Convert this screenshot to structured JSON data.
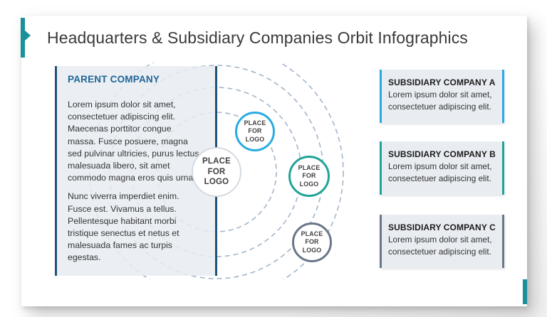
{
  "colors": {
    "accent-teal": "#1a909b",
    "navy": "#1e5474",
    "heading-blue": "#1f6596",
    "panel-bg": "#e8ecf2",
    "orbit-dash": "#a3b5c9",
    "circle-blue": "#29abe2",
    "circle-teal": "#21a398",
    "circle-gray": "#6a7689",
    "hub-ring": "#d3dae1"
  },
  "title": "Headquarters & Subsidiary Companies Orbit Infographics",
  "parent_panel": {
    "heading": "PARENT COMPANY",
    "paragraphs": [
      "Lorem ipsum dolor sit amet, consectetuer adipiscing elit. Maecenas porttitor congue massa. Fusce posuere, magna sed pulvinar ultricies, purus lectus malesuada libero, sit amet commodo magna eros quis urna.",
      "Nunc viverra imperdiet enim. Fusce est. Vivamus a tellus. Pellentesque habitant morbi tristique senectus et netus et malesuada fames ac turpis egestas."
    ]
  },
  "orbit_diagram": {
    "hub": {
      "label": "PLACE FOR LOGO"
    },
    "satellites": [
      {
        "id": "satellite-blue",
        "label": "PLACE FOR LOGO",
        "border_color": "#29abe2"
      },
      {
        "id": "satellite-teal",
        "label": "PLACE FOR LOGO",
        "border_color": "#21a398"
      },
      {
        "id": "satellite-gray",
        "label": "PLACE FOR LOGO",
        "border_color": "#6a7689"
      }
    ],
    "ring_count": 4
  },
  "subsidiaries": [
    {
      "title": "SUBSIDIARY COMPANY A",
      "body": "Lorem ipsum dolor sit amet, consectetuer adipiscing elit.",
      "bar_color": "#29abe2"
    },
    {
      "title": "SUBSIDIARY COMPANY B",
      "body": "Lorem ipsum dolor sit amet, consectetuer adipiscing elit.",
      "bar_color": "#21a398"
    },
    {
      "title": "SUBSIDIARY COMPANY C",
      "body": "Lorem ipsum dolor sit amet, consectetuer adipiscing elit.",
      "bar_color": "#6a7689"
    }
  ]
}
